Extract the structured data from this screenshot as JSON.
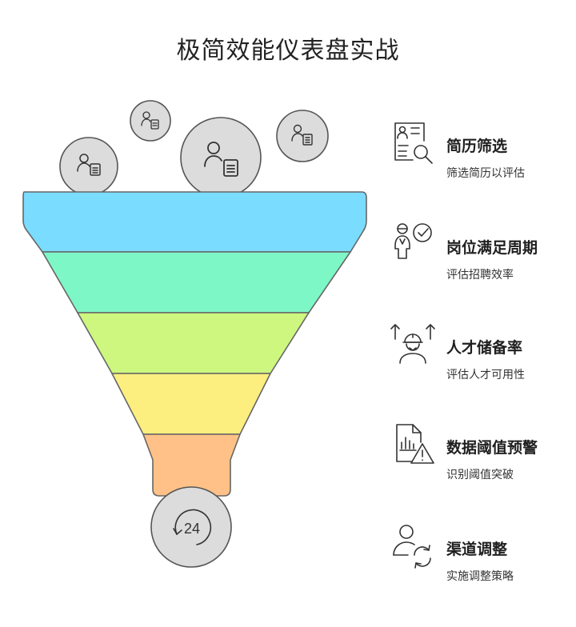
{
  "title": "极简效能仪表盘实战",
  "stages": [
    {
      "color": "#7adcff"
    },
    {
      "color": "#7ef7c7"
    },
    {
      "color": "#cdf77f"
    },
    {
      "color": "#fdee80"
    },
    {
      "color": "#ffc187"
    }
  ],
  "bottom_badge": {
    "text": "24"
  },
  "items": [
    {
      "label": "简历筛选",
      "desc": "筛选简历以评估",
      "icon": "resume-search-icon"
    },
    {
      "label": "岗位满足周期",
      "desc": "评估招聘效率",
      "icon": "candidate-check-icon"
    },
    {
      "label": "人才储备率",
      "desc": "评估人才可用性",
      "icon": "worker-growth-icon"
    },
    {
      "label": "数据阈值预警",
      "desc": "识别阈值突破",
      "icon": "chart-warning-icon"
    },
    {
      "label": "渠道调整",
      "desc": "实施调整策略",
      "icon": "user-refresh-icon"
    }
  ]
}
